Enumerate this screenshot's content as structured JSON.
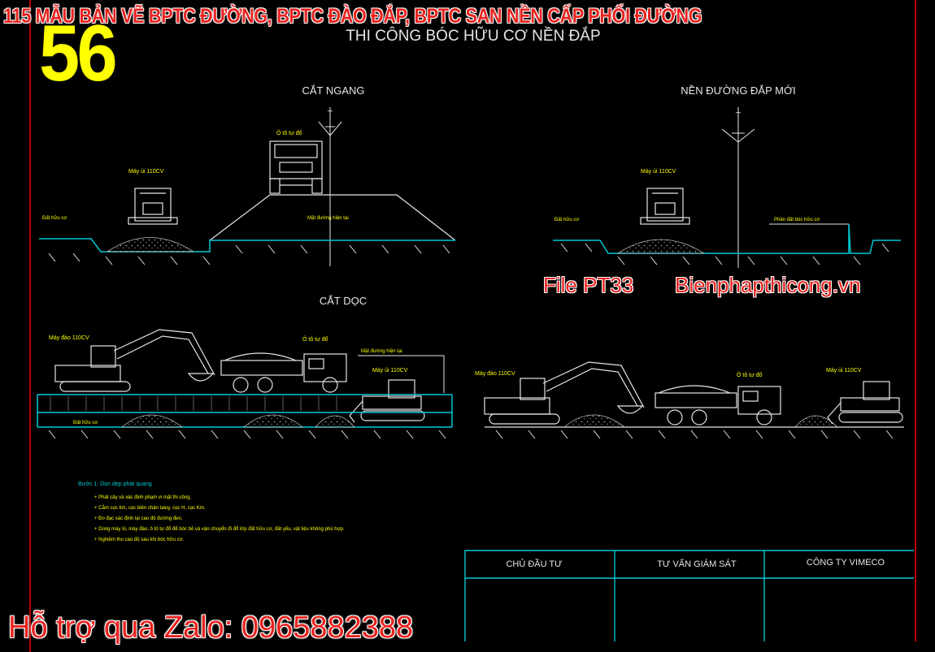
{
  "banner": "115 MẪU BẢN VẼ BPTC ĐƯỜNG, BPTC ĐÀO ĐẮP, BPTC SAN NỀN CẤP PHỐI ĐƯỜNG",
  "sheet_number": "56",
  "drawing_title": "THI CÔNG BÓC HỮU CƠ NỀN ĐẮP",
  "section_labels": {
    "cross_section": "CẮT NGANG",
    "new_embankment": "NỀN ĐƯỜNG ĐẮP MỚI",
    "longitudinal": "CẮT DỌC"
  },
  "annotations": {
    "centerline": "ⵜ",
    "dump_truck": "Ô tô tự đổ",
    "bulldozer": "Máy ủi 110CV",
    "excavator": "Máy đào 110CV",
    "organic_soil": "Đất hữu cơ",
    "existing_road_surface": "Mặt đường hiện tại",
    "organic_strip_part": "Phần đất bóc hữu cơ"
  },
  "watermarks": {
    "file": "File PT33",
    "site": "Bienphapthicong.vn",
    "support": "Hỗ trợ qua Zalo: 0965882388"
  },
  "notes": {
    "heading": "Bước 1: Dọn dẹp phát quang",
    "items": [
      "+ Phát cây và xác định phạm vi mặt thi công.",
      "+ Cắm cọc tim, cọc biên chân taluy, cọc H, cọc Km.",
      "+ Đo đạc xác định lại cao độ đường đen.",
      "+ Dùng máy ủi, máy đào, ô tô tự đổ để bóc bỏ và vận chuyển đi đổ lớp đất hữu cơ, đất yếu, vật liệu không phù hợp.",
      "+ Nghiệm thu cao độ sau khi bóc hữu cơ."
    ]
  },
  "title_block": {
    "cells": [
      "CHỦ ĐẦU TƯ",
      "TƯ VẤN GIÁM SÁT",
      "CÔNG TY VIMECO"
    ]
  },
  "colors": {
    "background": "#000000",
    "cad_white": "#e6e6e6",
    "cad_cyan": "#00c8d2",
    "cad_yellow": "#ffff00",
    "cad_red": "#ff0000",
    "watermark_red": "#e8231f"
  }
}
